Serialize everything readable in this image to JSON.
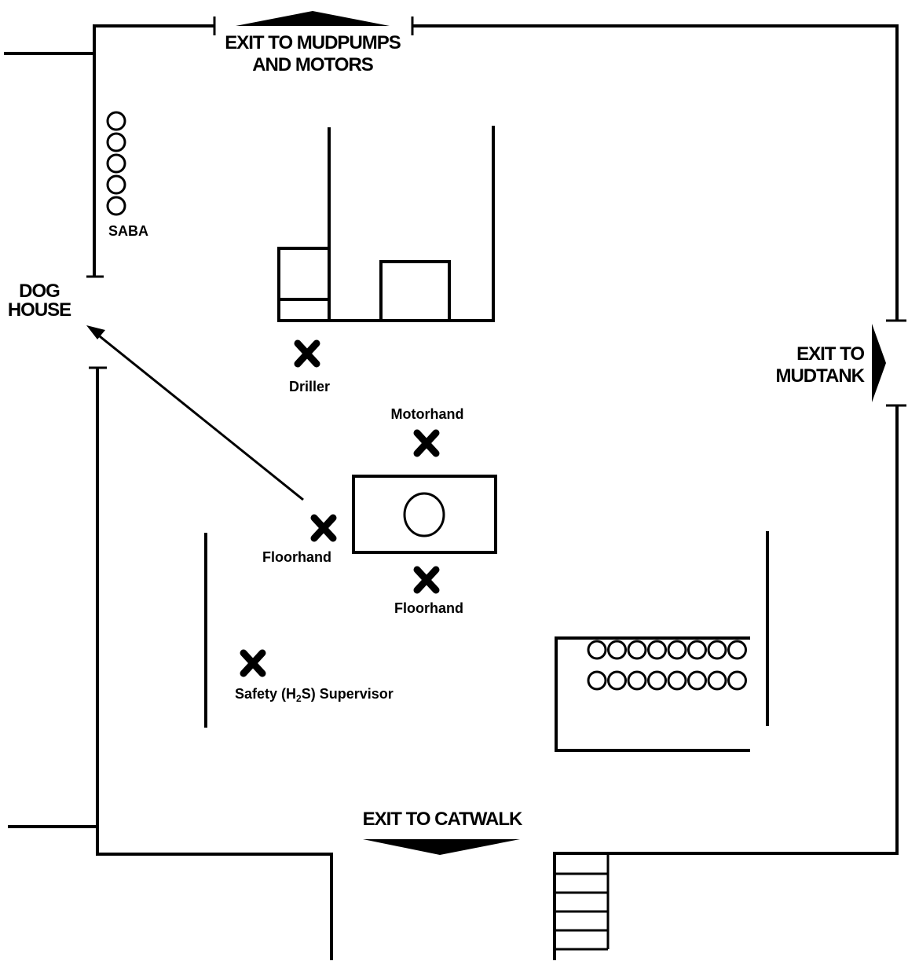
{
  "exits": {
    "mudpumps_line1": "EXIT TO MUDPUMPS",
    "mudpumps_line2": "AND MOTORS",
    "mudtank_line1": "EXIT TO",
    "mudtank_line2": "MUDTANK",
    "catwalk": "EXIT TO CATWALK"
  },
  "dog_house": {
    "line1": "DOG",
    "line2": "HOUSE"
  },
  "saba": {
    "label": "SABA",
    "count": 5
  },
  "personnel": {
    "driller": "Driller",
    "motorhand": "Motorhand",
    "floorhand_left": "Floorhand",
    "floorhand_bottom": "Floorhand",
    "safety_prefix": "Safety (H",
    "safety_sub": "2",
    "safety_suffix": "S) Supervisor"
  },
  "pipe_rack": {
    "rows": 2,
    "per_row": 8
  },
  "colors": {
    "ink": "#000000",
    "background": "#ffffff"
  }
}
